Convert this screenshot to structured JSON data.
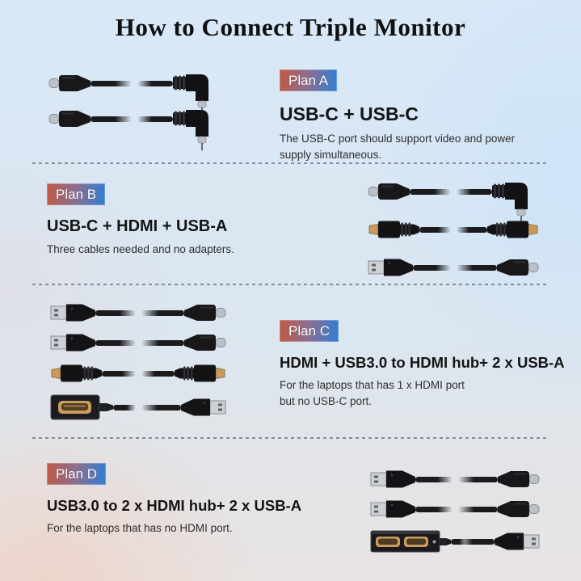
{
  "title": "How to Connect Triple Monitor",
  "colors": {
    "badge_gradient_left": "#bf5a43",
    "badge_gradient_right": "#2f7ed2",
    "hdmi_gold": "#c79a5e",
    "usb_metal": "#c2c7cd",
    "cable_black": "#1b1b1e",
    "background_blue": "#d8e8f7",
    "background_pink": "#eed2c7"
  },
  "plans": [
    {
      "badge": "Plan A",
      "heading": "USB-C + USB-C",
      "description": "The USB-C port should support video and power\nsupply simultaneous.",
      "cables": [
        {
          "left": "usb-c-connector",
          "right": "usb-c-right-angle-connector"
        },
        {
          "left": "usb-c-connector",
          "right": "usb-c-right-angle-connector"
        }
      ]
    },
    {
      "badge": "Plan B",
      "heading": "USB-C + HDMI + USB-A",
      "description": "Three cables needed and no adapters.",
      "cables": [
        {
          "left": "usb-c-connector",
          "right": "usb-c-right-angle-connector"
        },
        {
          "left": "hdmi-connector",
          "right": "hdmi-connector"
        },
        {
          "left": "usb-a-connector",
          "right": "usb-c-connector"
        }
      ]
    },
    {
      "badge": "Plan C",
      "heading": "HDMI + USB3.0 to HDMI hub+ 2 x USB-A",
      "description": "For the laptops that has 1 x HDMI port\nbut no USB-C port.",
      "cables": [
        {
          "left": "usb-a-connector",
          "right": "usb-c-connector"
        },
        {
          "left": "usb-a-connector",
          "right": "usb-c-connector"
        },
        {
          "left": "hdmi-connector",
          "right": "hdmi-connector"
        },
        {
          "left": "hdmi-female-adapter",
          "right": "usb-a-connector"
        }
      ]
    },
    {
      "badge": "Plan D",
      "heading": "USB3.0 to 2 x HDMI hub+ 2 x USB-A",
      "description": "For the laptops that has no HDMI port.",
      "cables": [
        {
          "left": "usb-a-connector",
          "right": "usb-c-connector"
        },
        {
          "left": "usb-a-connector",
          "right": "usb-c-connector"
        },
        {
          "left": "dual-hdmi-hub",
          "right": "usb-a-connector"
        }
      ]
    }
  ]
}
